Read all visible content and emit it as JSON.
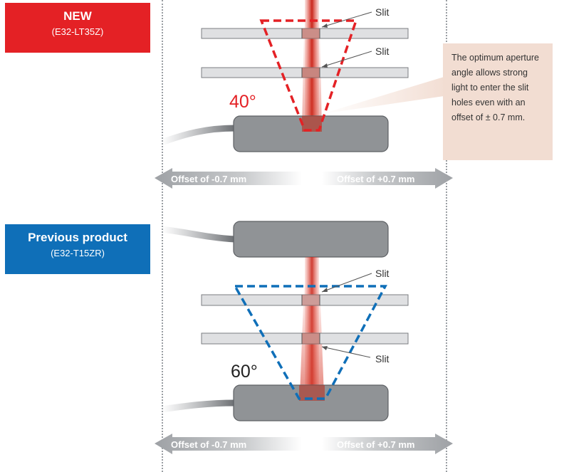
{
  "new_product": {
    "label": "NEW",
    "model": "(E32-LT35Z)",
    "angle": "40°"
  },
  "previous_product": {
    "label": "Previous product",
    "model": "(E32-T15ZR)",
    "angle": "60°"
  },
  "slit_label": "Slit",
  "offset_left": "Offset of -0.7 mm",
  "offset_right": "Offset of +0.7 mm",
  "callout": "The optimum aperture angle allows strong light to enter the slit holes even with an offset of ± 0.7 mm.",
  "colors": {
    "new": "#e42125",
    "previous": "#0f6fb8",
    "callout_bg": "#f2ddd2",
    "beam": "#d83a2b"
  }
}
